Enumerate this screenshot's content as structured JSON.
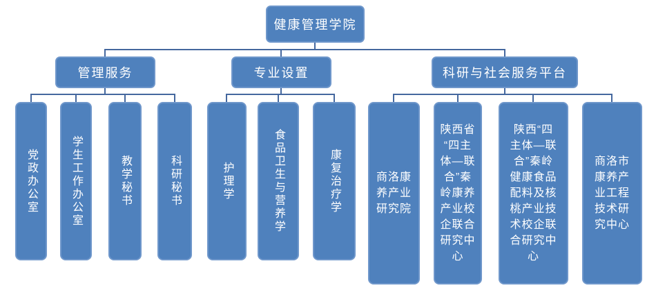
{
  "colors": {
    "box_fill": "#4F81BD",
    "box_border": "#6F97CB",
    "connector": "#44679E",
    "text": "#FFFFFF",
    "canvas_bg": "#FFFFFF"
  },
  "org_chart": {
    "root": {
      "label": "健康管理学院"
    },
    "branches": [
      {
        "label": "管理服务",
        "children": [
          {
            "label": "党政办公室"
          },
          {
            "label": "学生工作办公室"
          },
          {
            "label": "教学秘书"
          },
          {
            "label": "科研秘书"
          }
        ]
      },
      {
        "label": "专业设置",
        "children": [
          {
            "label": "护理学"
          },
          {
            "label": "食品卫生与营养学"
          },
          {
            "label": "康复治疗学"
          }
        ]
      },
      {
        "label": "科研与社会服务平台",
        "children": [
          {
            "label": "商洛康\n养产业\n研究院"
          },
          {
            "label": "陕西省\n“四主\n体—联\n合”秦\n岭康养\n产业校\n企联合\n研究中\n心"
          },
          {
            "label": "陕西“四\n主体—联\n合”秦岭\n健康食品\n配料及核\n桃产业技\n术校企联\n合研究中\n心"
          },
          {
            "label": "商洛市\n康养产\n业工程\n技术研\n究中心"
          }
        ]
      }
    ]
  }
}
